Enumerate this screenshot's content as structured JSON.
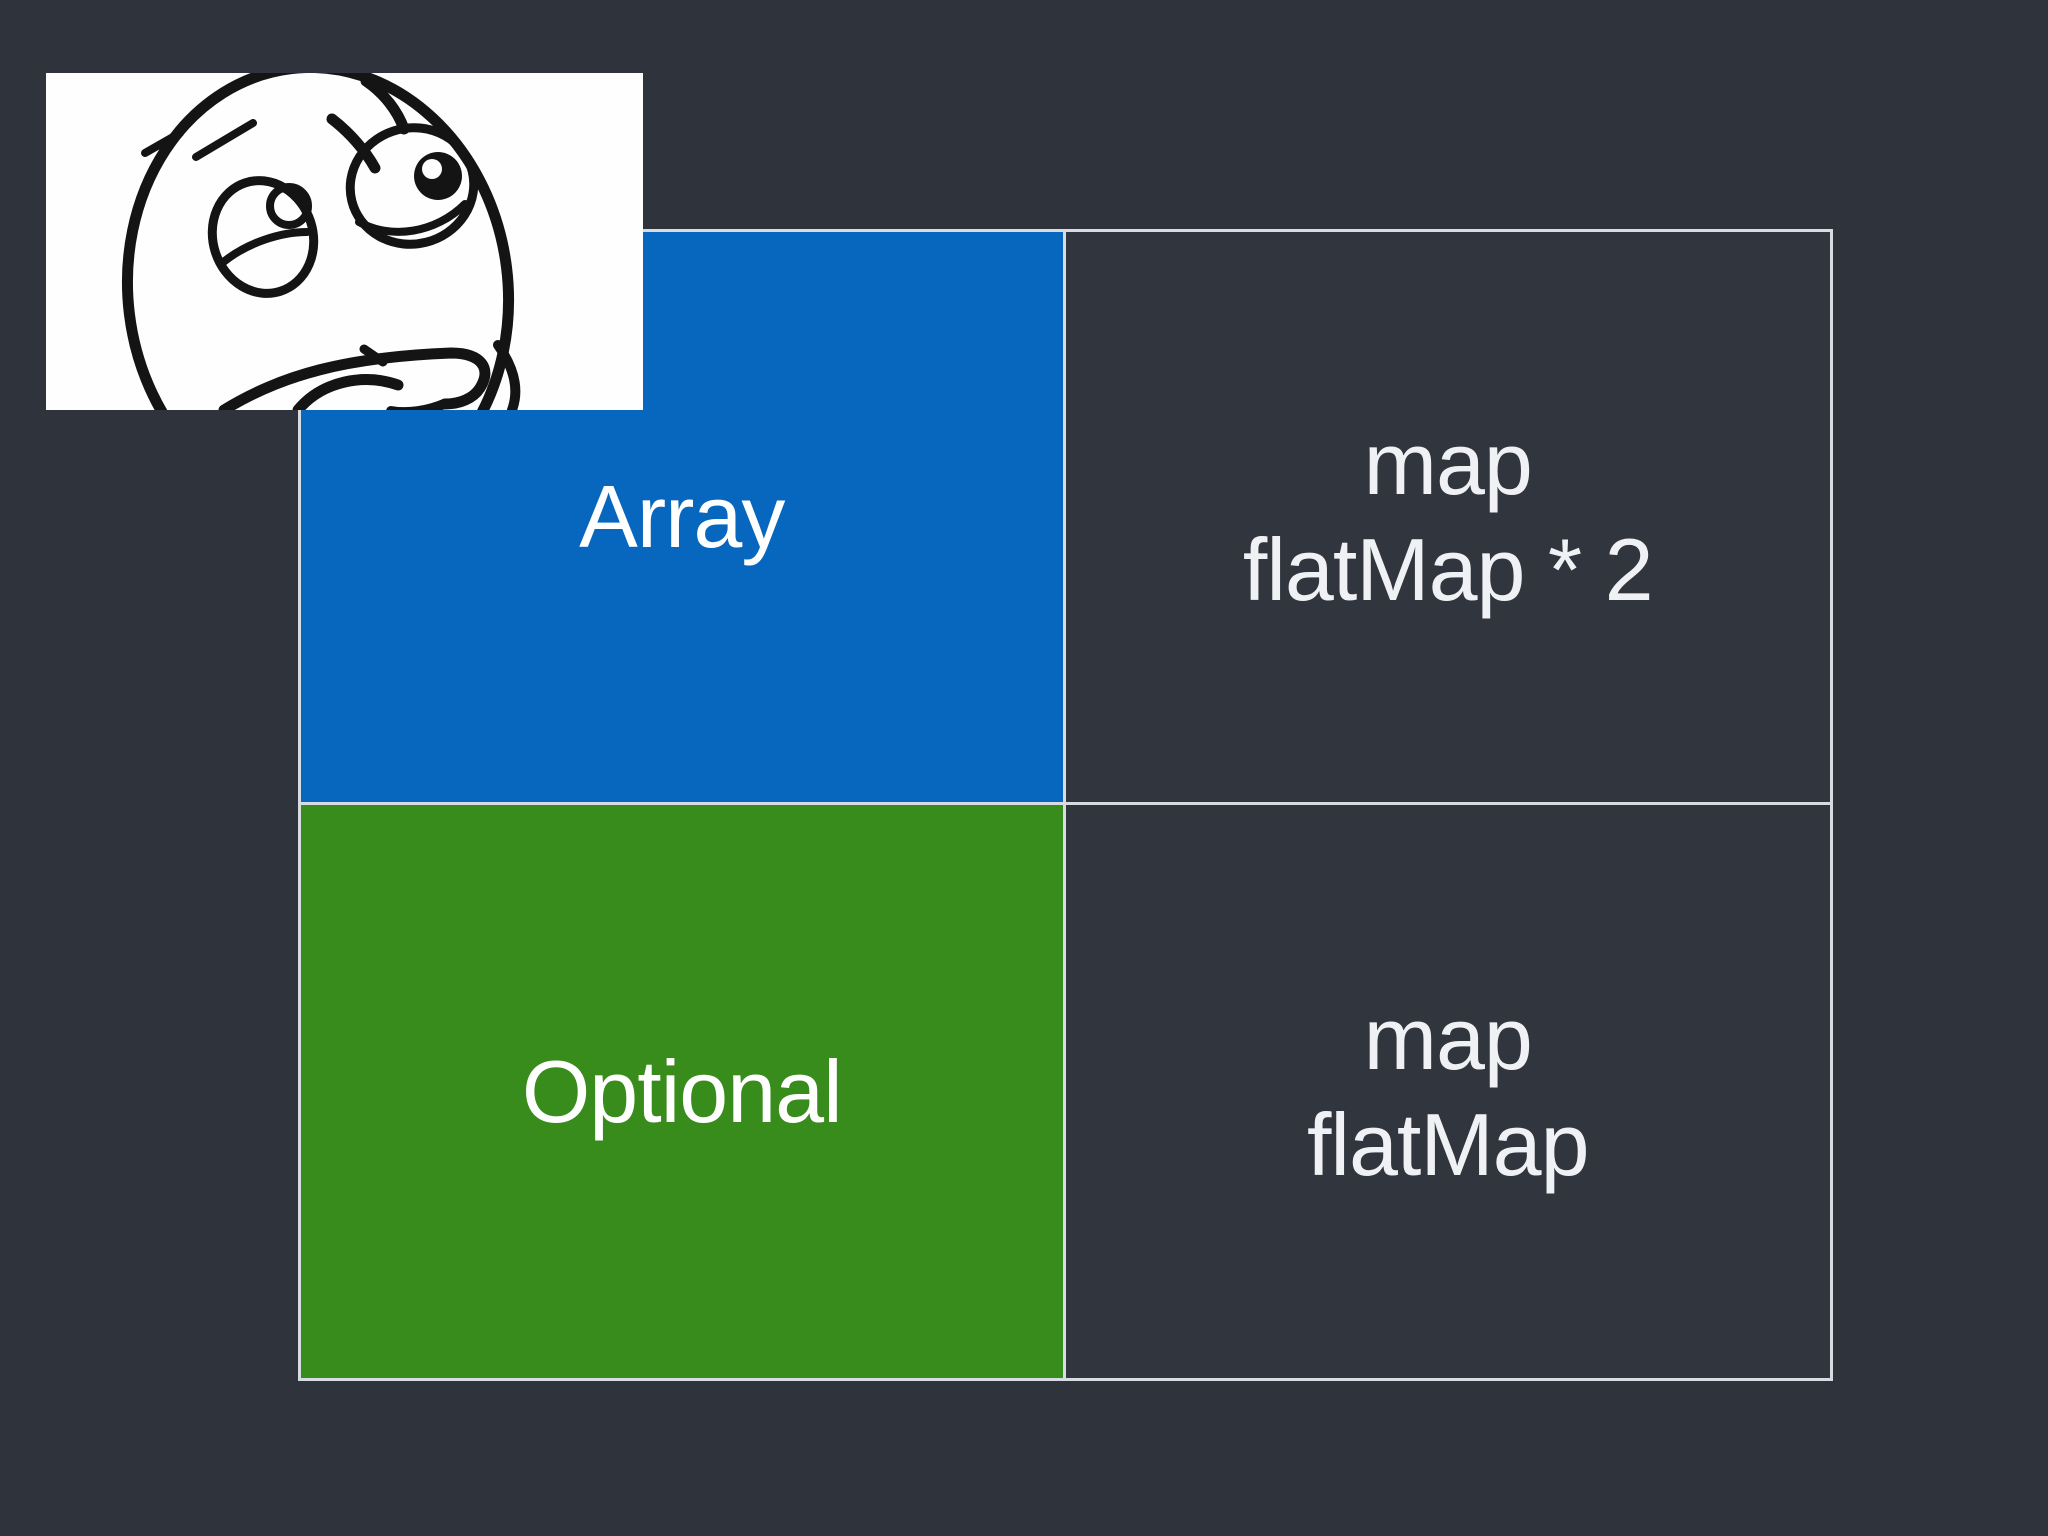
{
  "colors": {
    "background": "#2F333C",
    "cell_dark": "#31353E",
    "blue": "#0766BE",
    "green": "#388C1C",
    "border": "#D7DCE2",
    "text_bright": "#FFFFFF",
    "text_soft": "#EFF1F4",
    "meme_ink": "#141414",
    "meme_paper": "#FEFEFE"
  },
  "table": {
    "cells": {
      "array": {
        "label": "Array"
      },
      "array_ops": {
        "line1": "map",
        "line2": "flatMap * 2"
      },
      "optional": {
        "label": "Optional"
      },
      "optional_ops": {
        "line1": "map",
        "line2": "flatMap"
      }
    }
  },
  "meme": {
    "icon": "thinking-face-meme"
  }
}
